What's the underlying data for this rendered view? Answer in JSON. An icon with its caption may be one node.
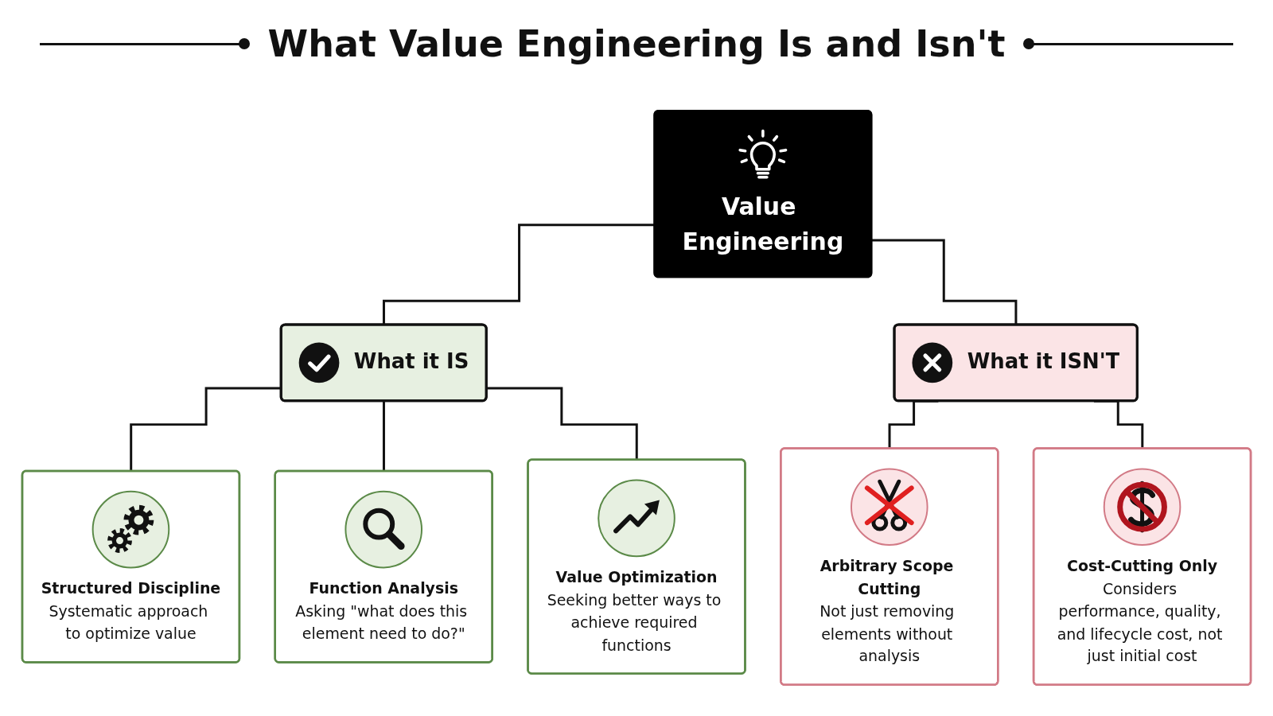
{
  "diagram": {
    "title": "What Value Engineering Is and Isn't",
    "nodes": [
      {
        "text": [
          "Value Engineering"
        ]
      },
      {
        "text": [
          "What it IS"
        ]
      },
      {
        "text": [
          "What it ISN'T"
        ]
      },
      {
        "text": [
          "Structured Discipline",
          "Systematic approach to optimize value"
        ]
      },
      {
        "text": [
          "Function Analysis",
          "Asking \"what does this element need to do?\""
        ]
      },
      {
        "text": [
          "Value Optimization",
          "Seeking better ways to achieve required functions"
        ]
      },
      {
        "text": [
          "Arbitrary Scope Cutting",
          "Not just removing elements without analysis"
        ]
      },
      {
        "text": [
          "Cost-Cutting Only",
          "Considers performance, quality, and lifecycle cost, not just initial cost"
        ]
      }
    ],
    "edges": [
      {
        "from": 0,
        "to": 1,
        "arrow": "none"
      },
      {
        "from": 0,
        "to": 2,
        "arrow": "none"
      },
      {
        "from": 1,
        "to": 3,
        "arrow": "none"
      },
      {
        "from": 1,
        "to": 4,
        "arrow": "none"
      },
      {
        "from": 1,
        "to": 5,
        "arrow": "none"
      },
      {
        "from": 2,
        "to": 6,
        "arrow": "none"
      },
      {
        "from": 2,
        "to": 7,
        "arrow": "none"
      }
    ]
  }
}
